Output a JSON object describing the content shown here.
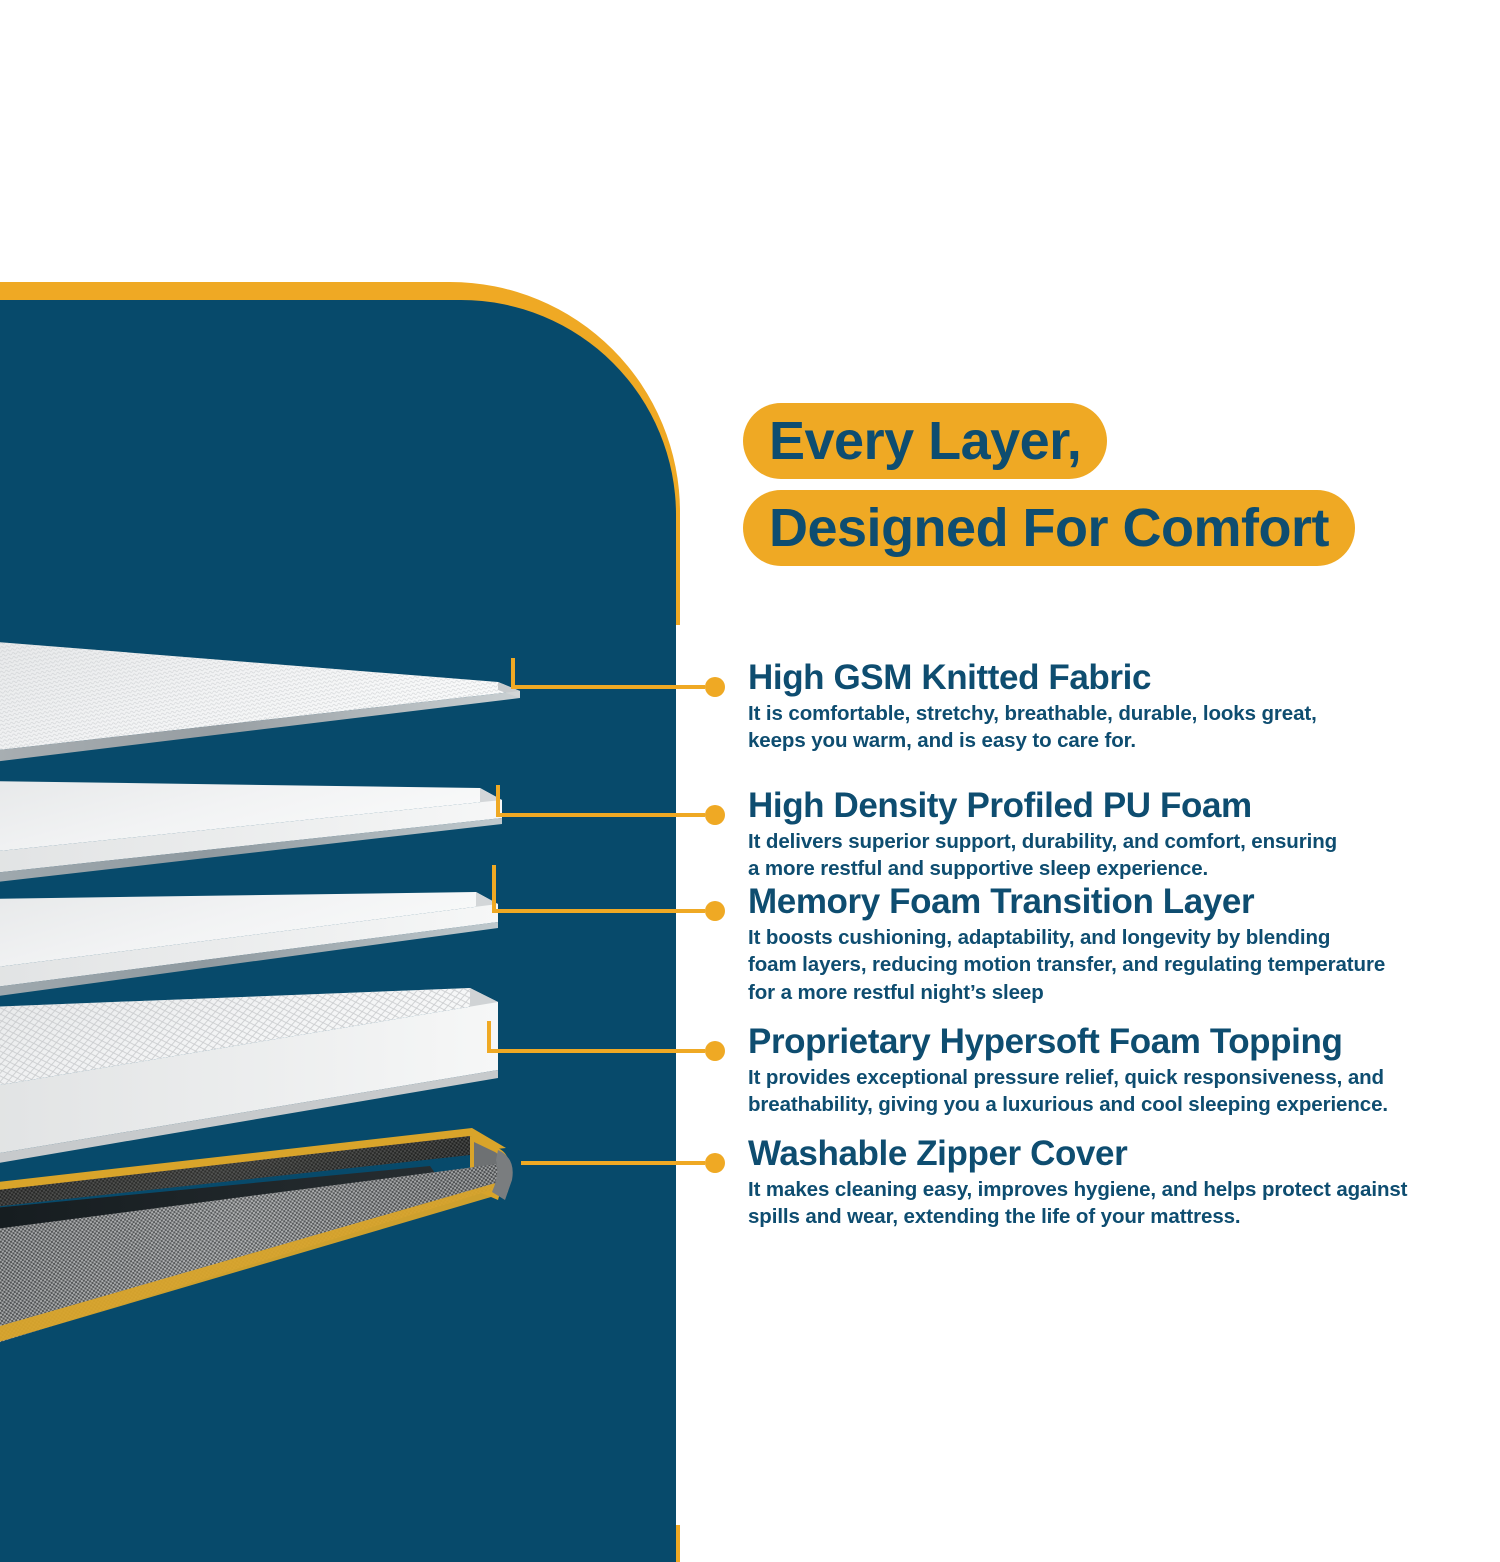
{
  "colors": {
    "teal_panel": "#074A6B",
    "accent_yellow": "#EFA924",
    "heading_blue": "#0E4D70",
    "page_background": "#FFFFFF",
    "foam_white": "#EDEEEF",
    "cover_charcoal": "#2B2B2B",
    "cover_grey_fabric": "#7D7F80",
    "piping_gold": "#D9A42A"
  },
  "heading": {
    "line1": "Every Layer,",
    "line2": "Designed For Comfort"
  },
  "features": [
    {
      "title": "High GSM Knitted Fabric",
      "desc_lines": [
        "It is comfortable, stretchy, breathable, durable, looks great,",
        "keeps you warm, and is easy to care for."
      ]
    },
    {
      "title": "High Density Profiled PU Foam",
      "desc_lines": [
        "It delivers superior support, durability, and comfort, ensuring",
        "a more restful and supportive sleep experience."
      ]
    },
    {
      "title": "Memory Foam Transition Layer",
      "desc_lines": [
        "It boosts cushioning, adaptability, and longevity by blending",
        "foam layers, reducing motion transfer, and regulating temperature",
        "for a more restful night’s sleep"
      ]
    },
    {
      "title": "Proprietary Hypersoft Foam Topping",
      "desc_lines": [
        "It provides exceptional pressure relief, quick responsiveness, and",
        "breathability, giving you a luxurious and cool sleeping experience."
      ]
    },
    {
      "title": "Washable Zipper Cover",
      "desc_lines": [
        "It makes cleaning easy, improves hygiene, and helps protect against",
        "spills and wear, extending the life of your mattress."
      ]
    }
  ],
  "illustration": {
    "name": "exploded-mattress-layers",
    "layer_count": 5,
    "layers": [
      "knitted-fabric-sheet",
      "profiled-pu-foam-sheet",
      "memory-foam-sheet",
      "hypersoft-foam-block",
      "zipper-cover-base"
    ]
  }
}
